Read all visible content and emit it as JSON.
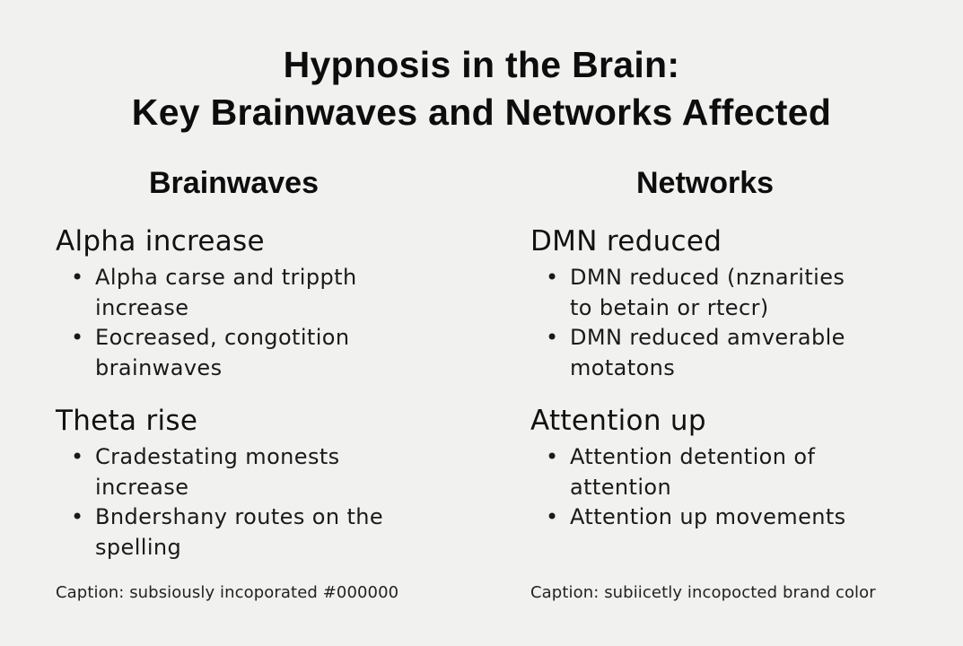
{
  "title": {
    "line1": "Hypnosis in the Brain:",
    "line2": "Key Brainwaves and Networks Affected"
  },
  "columns": {
    "left": {
      "heading": "Brainwaves",
      "sections": [
        {
          "title": "Alpha increase",
          "bullets": [
            "Alpha carse and trippth increase",
            "Eocreased, congotition brainwaves"
          ]
        },
        {
          "title": "Theta rise",
          "bullets": [
            "Cradestating monests increase",
            "Bndershany routes on the spelling"
          ]
        }
      ],
      "caption": "Caption: subsiously incoporated #000000"
    },
    "right": {
      "heading": "Networks",
      "sections": [
        {
          "title": "DMN reduced",
          "bullets": [
            "DMN reduced (nznarities to betain or rtecr)",
            "DMN reduced amverable motatons"
          ]
        },
        {
          "title": "Attention up",
          "bullets": [
            "Attention detention of attention",
            "Attention up movements"
          ]
        }
      ],
      "caption": "Caption: subiicetly incopocted brand color"
    }
  },
  "icons": {
    "bullet": "•"
  },
  "colors": {
    "background": "#f1f1f0",
    "text": "#111111"
  }
}
